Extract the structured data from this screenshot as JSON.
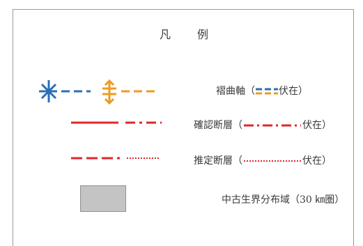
{
  "legend": {
    "title_left": "凡",
    "title_right": "例",
    "items": [
      {
        "label": "褶曲軸（",
        "tail": "伏在）"
      },
      {
        "label": "確認断層（",
        "tail": "伏在）"
      },
      {
        "label": "推定断層（",
        "tail": "伏在）"
      },
      {
        "label": "中古生界分布域（30 ㎞圏）"
      }
    ]
  },
  "colors": {
    "anticline_blue": "#2a6fb5",
    "syncline_orange": "#ee9a22",
    "fault_red": "#e0262a",
    "area_gray": "#c4c4c4"
  }
}
